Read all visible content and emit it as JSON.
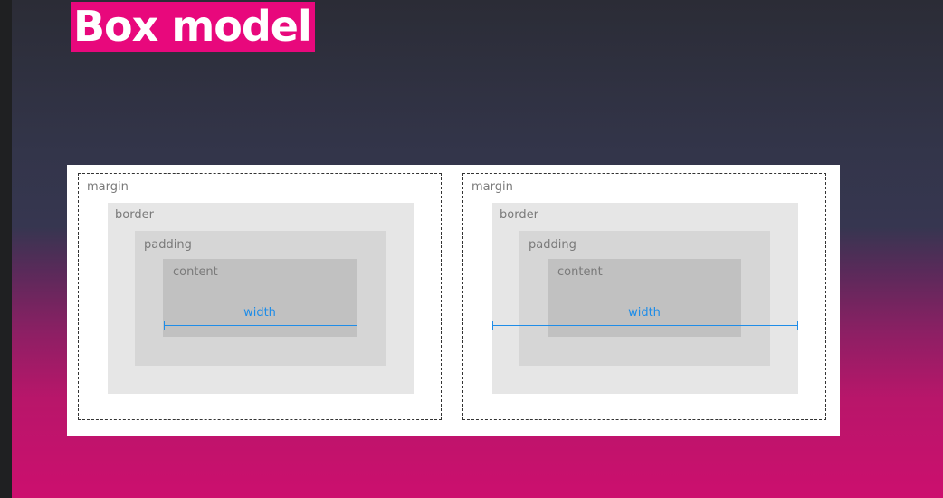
{
  "slide": {
    "title": "Box model"
  },
  "diagrams": [
    {
      "margin_label": "margin",
      "border_label": "border",
      "padding_label": "padding",
      "content_label": "content",
      "width_label": "width",
      "width_spans": "content"
    },
    {
      "margin_label": "margin",
      "border_label": "border",
      "padding_label": "padding",
      "content_label": "content",
      "width_label": "width",
      "width_spans": "border"
    }
  ],
  "colors": {
    "title_background": "#e8087c",
    "title_text": "#ffffff",
    "measure": "#1f8de8",
    "border_fill": "#e6e6e6",
    "padding_fill": "#d6d6d6",
    "content_fill": "#c1c1c1"
  }
}
